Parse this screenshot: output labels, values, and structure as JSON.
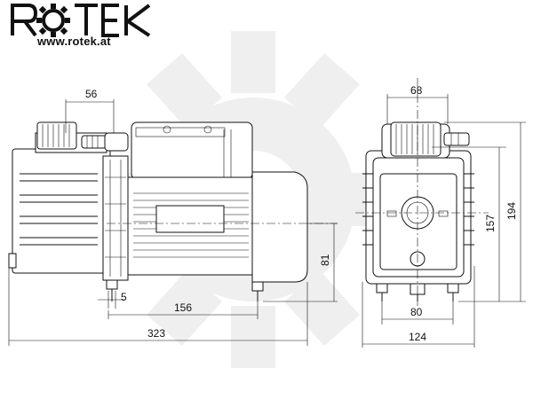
{
  "brand": {
    "logo_text": "ROTEK",
    "url": "www.rotek.at"
  },
  "dimensions": {
    "side_view": {
      "top_width": "56",
      "offset": "5",
      "length_to_motor": "156",
      "total_length": "323",
      "height_axis": "81"
    },
    "front_view": {
      "top_width": "68",
      "axis_height": "157",
      "total_height": "194",
      "base_width": "80",
      "total_width": "124"
    }
  },
  "colors": {
    "line": "#111111",
    "watermark": "#eeeeee",
    "background": "#ffffff"
  }
}
